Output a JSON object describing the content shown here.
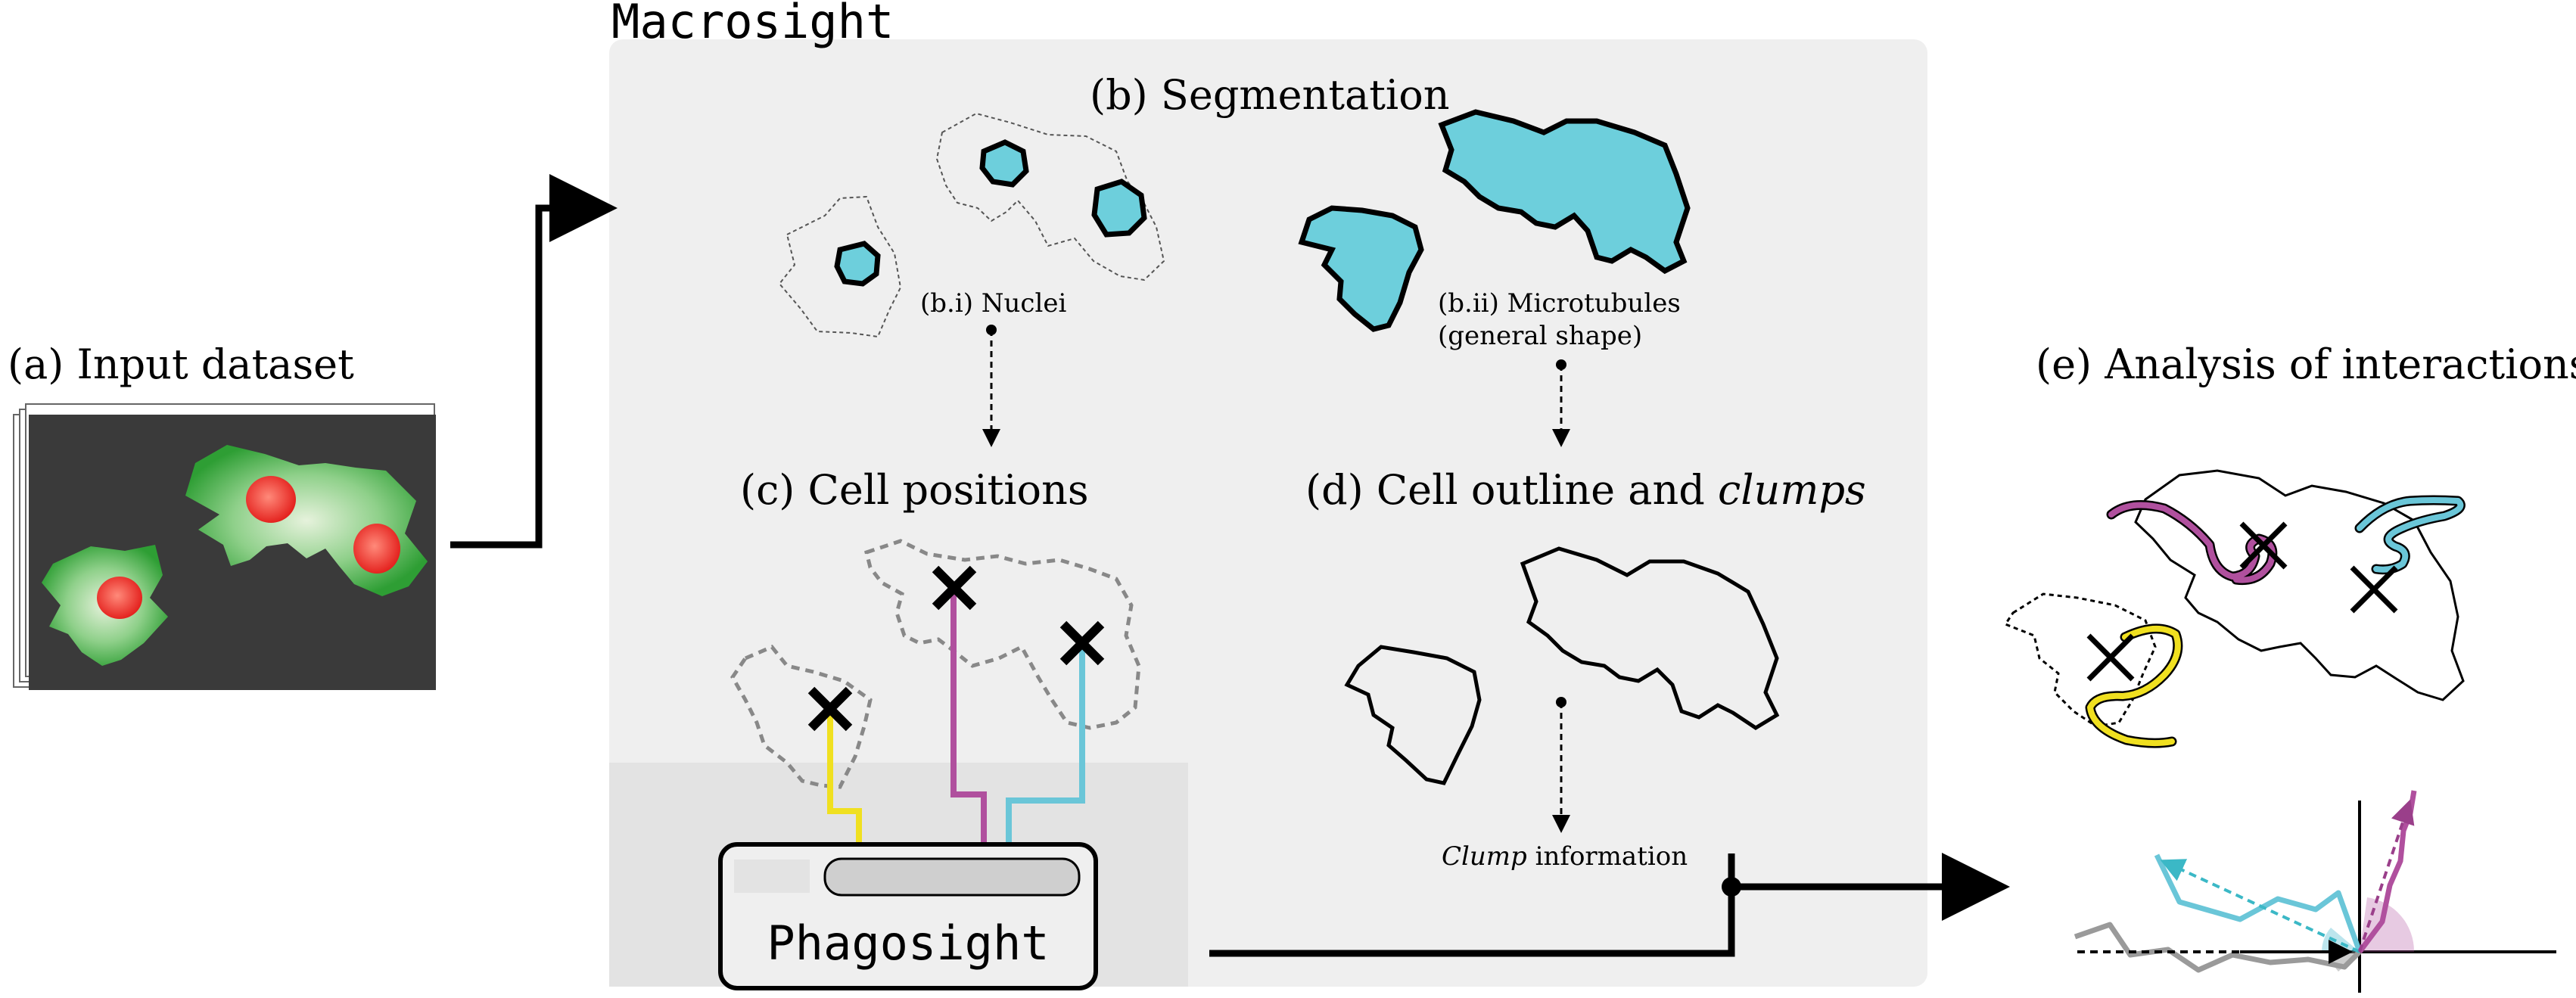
{
  "title": "Macrosight",
  "panels": {
    "input": {
      "label": "(a) Input dataset"
    },
    "segmentation": {
      "label": "(b) Segmentation",
      "nuclei_label": "(b.i) Nuclei",
      "microtubules_label_line1": "(b.ii) Microtubules",
      "microtubules_label_line2": "(general shape)"
    },
    "positions": {
      "label": "(c) Cell positions"
    },
    "outline": {
      "label_prefix": "(d) Cell outline and ",
      "label_italic": "clumps",
      "clump_italic": "Clump",
      "clump_rest": " information"
    },
    "analysis": {
      "label": "(e) Analysis of interactions"
    },
    "phagosight": {
      "label": "Phagosight"
    }
  },
  "colors": {
    "panel_bg": "#efefef",
    "phagosight_band": "#e3e3e3",
    "cyan_fill": "#6dcfdc",
    "track_yellow": "#f0e020",
    "track_magenta": "#b0509e",
    "track_cyan": "#6ac6d8",
    "track_gray": "#9a9a9a",
    "image_bg": "#3a3a3a",
    "cell_green": "#3fae3f",
    "nucleus_red": "#e8201e"
  }
}
